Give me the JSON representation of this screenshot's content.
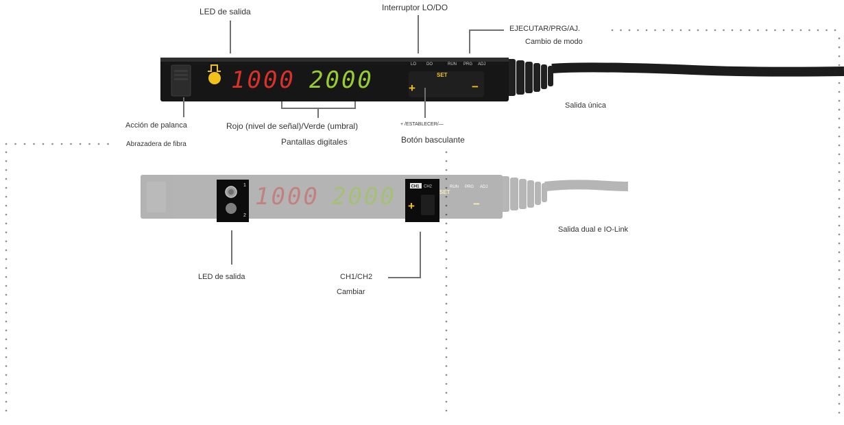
{
  "colors": {
    "device_body": "#161616",
    "red_display": "#d8322a",
    "green_display": "#96cd32",
    "led_yellow": "#f2c21a",
    "label_text": "#333333",
    "leader_line": "#707070",
    "dot": "#8a8a8a"
  },
  "top_device": {
    "labels": {
      "output_led": "LED de salida",
      "lo_do_switch": "Interruptor LO/DO",
      "run_prg_adj": "EJECUTAR/PRG/AJ.",
      "mode_change": "Cambio de modo",
      "lever_action": "Acción de palanca",
      "fiber_clamp": "Abrazadera de fibra",
      "red_green": "Rojo (nivel de señal)/Verde (umbral)",
      "digital_displays": "Pantallas digitales",
      "plus_set_minus": "+ /ESTABLECER/—",
      "rocker_button": "Botón basculante",
      "single_output": "Salida única"
    },
    "panel": {
      "red_value": "1000",
      "green_value": "2000",
      "lo": "LO",
      "do": "DO",
      "run": "RUN",
      "prg": "PRG",
      "adj": "ADJ",
      "set": "SET",
      "plus": "+",
      "minus": "−"
    }
  },
  "bottom_device": {
    "labels": {
      "output_led": "LED de salida",
      "ch_switch_line1": "CH1/CH2",
      "ch_switch_line2": "Cambiar",
      "dual_output": "Salida dual e IO-Link"
    },
    "panel": {
      "red_value": "1000",
      "green_value": "2000",
      "ch1": "CH1",
      "ch2": "CH2",
      "run": "RUN",
      "prg": "PRG",
      "adj": "ADJ",
      "set": "SET",
      "plus": "+",
      "minus": "−",
      "led_mark_1": "1",
      "led_mark_2": "2"
    }
  }
}
